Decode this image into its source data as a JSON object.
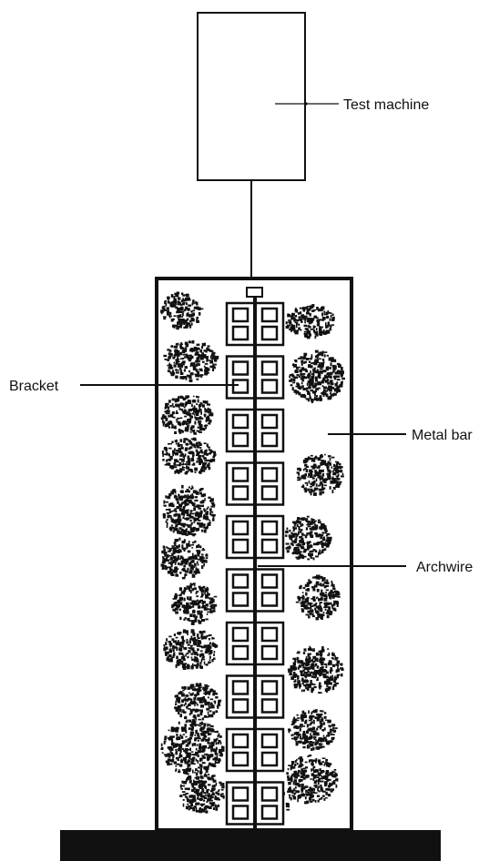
{
  "labels": {
    "test_machine": "Test machine",
    "bracket": "Bracket",
    "metal_bar": "Metal bar",
    "archwire": "Archwire"
  },
  "bracket_count": 10,
  "colors": {
    "ink": "#111111",
    "base": "#111111",
    "background": "#ffffff"
  }
}
